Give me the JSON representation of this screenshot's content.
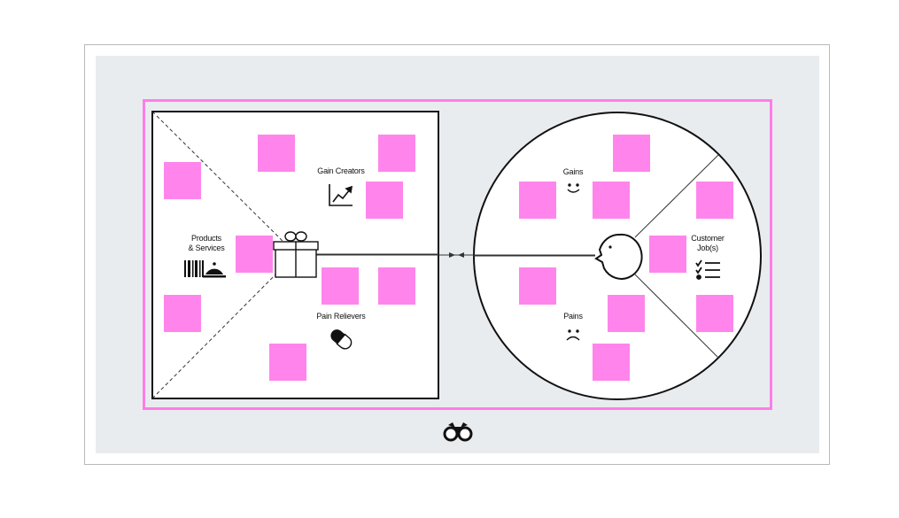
{
  "labels": {
    "gain_creators": "Gain Creators",
    "products_services": "Products\n& Services",
    "pain_relievers": "Pain Relievers",
    "gains": "Gains",
    "pains": "Pains",
    "customer_jobs": "Customer\nJob(s)"
  },
  "colors": {
    "sticky_note": "#ff85ec",
    "frame_border": "#ff7de8",
    "panel_background": "#e9ecef"
  },
  "icons": [
    "gift-icon",
    "chart-up-icon",
    "barcode-icon",
    "food-cloche-icon",
    "pill-icon",
    "smile-icon",
    "frown-icon",
    "face-profile-icon",
    "checklist-icon",
    "binoculars-icon"
  ]
}
